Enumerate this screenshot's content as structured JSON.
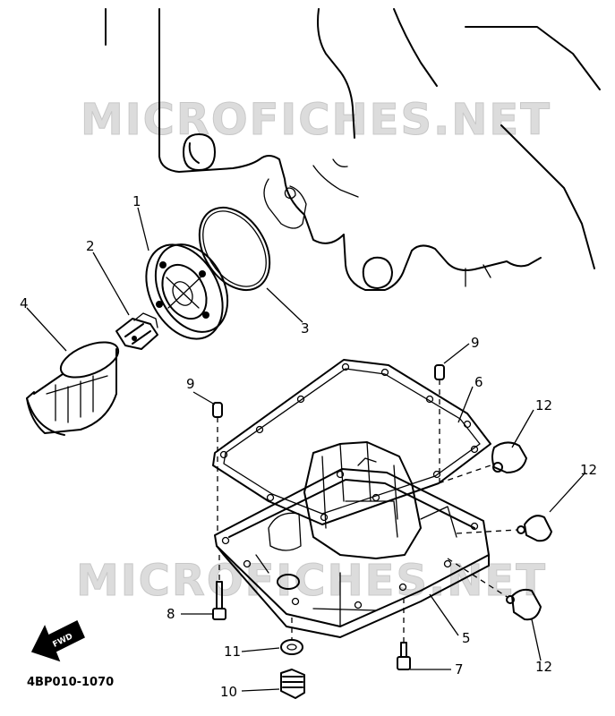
{
  "watermark": "MICROFICHES.NET",
  "diagram_code": "4BP010-1070",
  "fwd_label": "FWD",
  "callouts": {
    "c1": "1",
    "c2": "2",
    "c3": "3",
    "c4": "4",
    "c5": "5",
    "c6": "6",
    "c7": "7",
    "c8": "8",
    "c9a": "9",
    "c9b": "9",
    "c10": "10",
    "c11": "11",
    "c12a": "12",
    "c12b": "12",
    "c12c": "12"
  }
}
